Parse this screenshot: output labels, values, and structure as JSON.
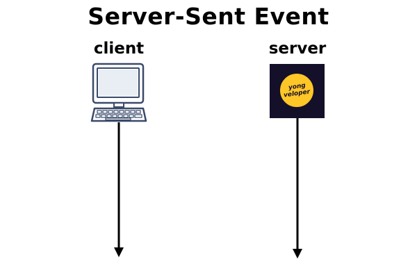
{
  "title": "Server-Sent Event",
  "lanes": {
    "client": {
      "label": "client",
      "icon": "desktop-computer-icon"
    },
    "server": {
      "label": "server",
      "logo_line1": "yong",
      "logo_line2": "veloper"
    }
  },
  "colors": {
    "lifeline": "#000000",
    "logo_background": "#14102a",
    "logo_circle": "#ffc627",
    "computer_outline": "#3a4a6b"
  }
}
